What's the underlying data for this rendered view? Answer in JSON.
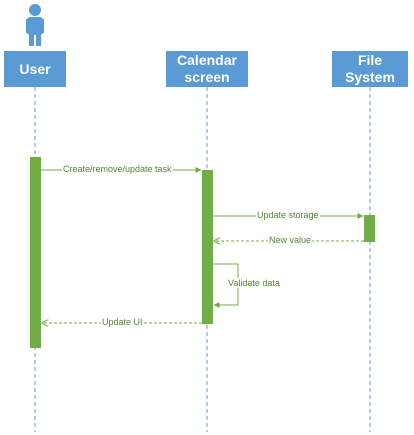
{
  "actors": [
    {
      "id": "user",
      "label": "User"
    },
    {
      "id": "calendar",
      "label": "Calendar screen"
    },
    {
      "id": "filesystem",
      "label": "File System"
    }
  ],
  "messages": [
    {
      "label": "Create/remove/update task",
      "from": "user",
      "to": "calendar",
      "style": "solid"
    },
    {
      "label": "Update storage",
      "from": "calendar",
      "to": "filesystem",
      "style": "solid"
    },
    {
      "label": "New value",
      "from": "filesystem",
      "to": "calendar",
      "style": "dashed"
    },
    {
      "label": "Validate data",
      "from": "calendar",
      "to": "calendar",
      "style": "solid"
    },
    {
      "label": "Update UI",
      "from": "calendar",
      "to": "user",
      "style": "dashed"
    }
  ],
  "colors": {
    "header": "#5b9bd5",
    "activation": "#70ad47",
    "message": "#70ad47",
    "message_text": "#548235",
    "lifeline": "#5b9bd5"
  }
}
